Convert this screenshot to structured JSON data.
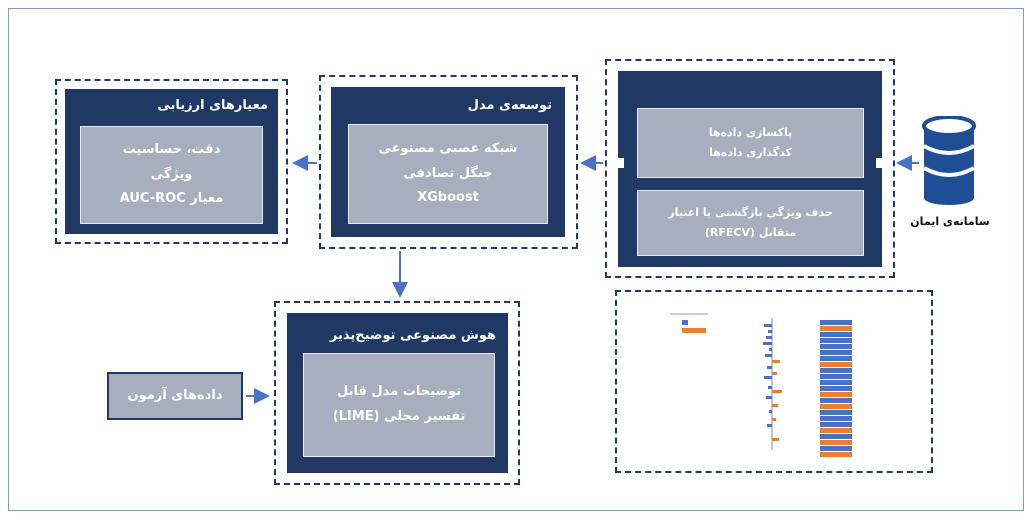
{
  "evaluation": {
    "title": "معیارهای ارزیابی",
    "items": [
      "دقت، حساسیت",
      "ویژگی",
      "معیار AUC-ROC"
    ]
  },
  "model_dev": {
    "title": "توسعه‌ی مدل",
    "items": [
      "شبکه عصبی مصنوعی",
      "جنگل تصادفی",
      "XGboost"
    ]
  },
  "preprocess": {
    "box1": [
      "پاکسازی داده‌ها",
      "کدگذاری داده‌ها"
    ],
    "box2": [
      "حذف ویژگی بازگشتی با اعتبار",
      "متقابل (RFECV)"
    ]
  },
  "database": {
    "label": "سامانه‌ی ایمان",
    "icon": "database-icon"
  },
  "xai": {
    "title": "هوش مصنوعی توضیح‌پذیر",
    "items": [
      "توضیحات مدل قابل",
      "تفسیر محلی (LIME)"
    ]
  },
  "test_data": {
    "label": "داده‌های آزمون"
  },
  "colors": {
    "dark": "#1f3864",
    "light": "#a7afbe",
    "arrow": "#4a72c4",
    "orange": "#ed7d31"
  }
}
